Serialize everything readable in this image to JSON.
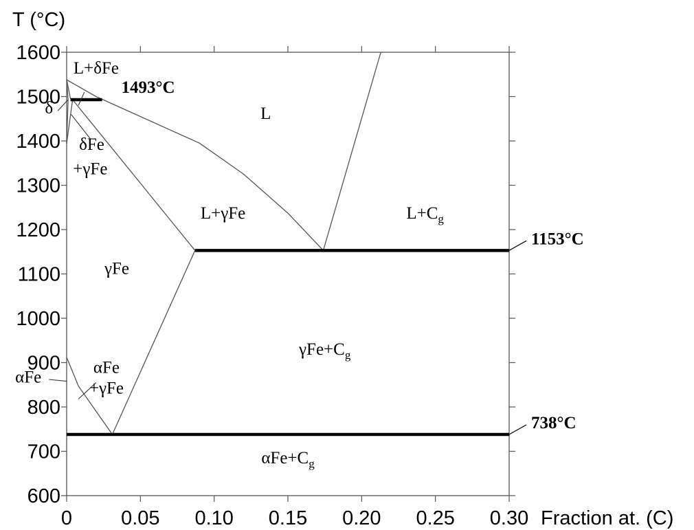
{
  "chart_data": {
    "type": "line",
    "ylabel": "T (°C)",
    "xlabel": "Fraction at. (C)",
    "xlim": [
      0,
      0.3
    ],
    "ylim": [
      600,
      1600
    ],
    "x_ticks": [
      {
        "value": 0,
        "label": "0"
      },
      {
        "value": 0.05,
        "label": "0.05"
      },
      {
        "value": 0.1,
        "label": "0.10"
      },
      {
        "value": 0.15,
        "label": "0.15"
      },
      {
        "value": 0.2,
        "label": "0.20"
      },
      {
        "value": 0.25,
        "label": "0.25"
      },
      {
        "value": 0.3,
        "label": "0.30"
      }
    ],
    "y_ticks": [
      {
        "value": 600,
        "label": "600"
      },
      {
        "value": 700,
        "label": "700"
      },
      {
        "value": 800,
        "label": "800"
      },
      {
        "value": 900,
        "label": "900"
      },
      {
        "value": 1000,
        "label": "1000"
      },
      {
        "value": 1100,
        "label": "1100"
      },
      {
        "value": 1200,
        "label": "1200"
      },
      {
        "value": 1300,
        "label": "1300"
      },
      {
        "value": 1400,
        "label": "1400"
      },
      {
        "value": 1500,
        "label": "1500"
      },
      {
        "value": 1600,
        "label": "1600"
      }
    ],
    "grid": false,
    "boundaries": [
      {
        "points": [
          [
            0,
            1538
          ],
          [
            0.02,
            1500
          ],
          [
            0.05,
            1455
          ],
          [
            0.09,
            1395
          ],
          [
            0.12,
            1325
          ],
          [
            0.15,
            1237
          ],
          [
            0.174,
            1153
          ]
        ]
      },
      {
        "points": [
          [
            0.174,
            1153
          ],
          [
            0.213,
            1600
          ]
        ]
      },
      {
        "points": [
          [
            0,
            1538
          ],
          [
            0.0026,
            1495
          ]
        ]
      },
      {
        "points": [
          [
            0.004,
            1493
          ],
          [
            0.087,
            1153
          ]
        ]
      },
      {
        "points": [
          [
            0.087,
            1153
          ],
          [
            0.031,
            738
          ]
        ]
      },
      {
        "points": [
          [
            0.031,
            738
          ],
          [
            0.008,
            847
          ],
          [
            0,
            912
          ]
        ]
      },
      {
        "points": [
          [
            0,
            1538
          ],
          [
            0.001,
            1493
          ],
          [
            0,
            1394
          ]
        ]
      },
      {
        "points": [
          [
            0.004,
            1493
          ],
          [
            0,
            1394
          ]
        ]
      },
      {
        "points": [
          [
            0,
            738
          ],
          [
            0.0001,
            738
          ]
        ]
      }
    ],
    "isotherms": [
      {
        "x1": 0.0026,
        "x2": 0.024,
        "y": 1493,
        "label": "1493°C"
      },
      {
        "x1": 0.087,
        "x2": 0.3,
        "y": 1153,
        "label": "1153°C"
      },
      {
        "x1": 0,
        "x2": 0.3,
        "y": 738,
        "label": "738°C"
      }
    ],
    "phase_labels": [
      {
        "text": "L",
        "x": 0.135,
        "y": 1450
      },
      {
        "text": "L+δFe",
        "x": 0.02,
        "y": 1552
      },
      {
        "text": "δ",
        "x": -0.012,
        "y": 1462
      },
      {
        "text": "δFe",
        "x": 0.017,
        "y": 1380
      },
      {
        "text": "+γFe",
        "x": 0.016,
        "y": 1325
      },
      {
        "text": "L+γFe",
        "x": 0.106,
        "y": 1225
      },
      {
        "text": "L+Cg",
        "x": 0.243,
        "y": 1225
      },
      {
        "text": "γFe",
        "x": 0.034,
        "y": 1100
      },
      {
        "text": "γFe+Cg",
        "x": 0.175,
        "y": 918
      },
      {
        "text": "αFe",
        "x": 0.027,
        "y": 877
      },
      {
        "text": "+γFe",
        "x": 0.027,
        "y": 830
      },
      {
        "text": "αFe",
        "x": -0.026,
        "y": 855
      },
      {
        "text": "αFe+Cg",
        "x": 0.15,
        "y": 673
      }
    ]
  }
}
